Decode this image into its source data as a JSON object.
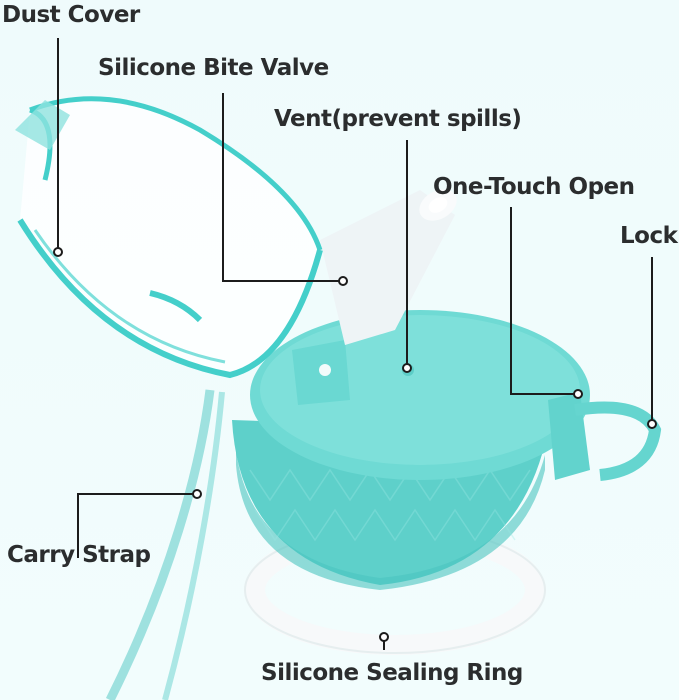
{
  "image": {
    "subject": "water-bottle-lid-diagram",
    "colors": {
      "background": "#f0fcfd",
      "lid_teal": "#6ad8d2",
      "lid_teal_dark": "#48c4be",
      "transparent_cover": "#3fd0cc",
      "label_text": "#2b2d2e",
      "pointer_line": "#1c1c1c",
      "silicone_white": "#f4f7f8"
    }
  },
  "labels": {
    "dust_cover": "Dust Cover",
    "bite_valve": "Silicone Bite Valve",
    "vent": "Vent(prevent spills)",
    "one_touch": "One-Touch Open",
    "lock": "Lock",
    "carry_strap": "Carry Strap",
    "sealing_ring": "Silicone Sealing Ring"
  }
}
